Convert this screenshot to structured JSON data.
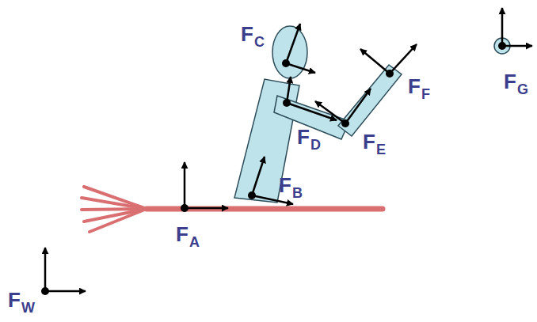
{
  "diagram": {
    "labels": [
      "FC",
      "FF",
      "FG",
      "FD",
      "FE",
      "FB",
      "FA",
      "FW"
    ]
  }
}
